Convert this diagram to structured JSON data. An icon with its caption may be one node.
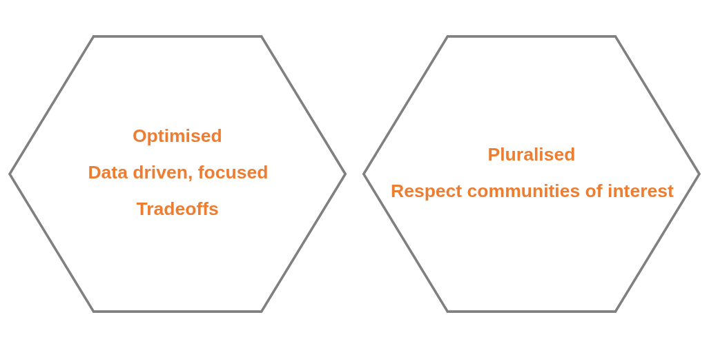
{
  "diagram": {
    "nodes": [
      {
        "text": [
          "Optimised",
          "Data driven, focused",
          "Tradeoffs"
        ]
      },
      {
        "text": [
          "Pluralised",
          "Respect communities of interest"
        ]
      }
    ],
    "edges": []
  }
}
